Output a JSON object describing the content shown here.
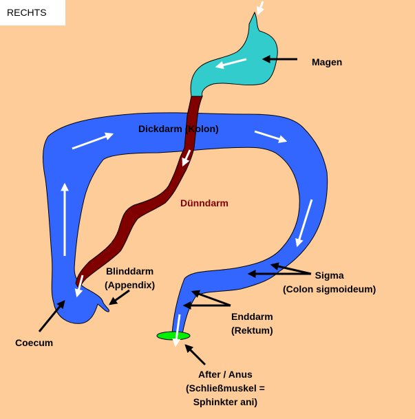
{
  "title": "RECHTS",
  "colors": {
    "background": "#fecc99",
    "colon": "#3366ff",
    "stomach": "#33cccc",
    "small_intestine": "#800000",
    "anus": "#00ee00",
    "flow_arrows": "#ffffff",
    "pointer_arrows": "#000000"
  },
  "labels": {
    "magen": "Magen",
    "dickdarm": "Dickdarm (Kolon)",
    "duenndarm": "Dünndarm",
    "blinddarm_line1": "Blinddarm",
    "blinddarm_line2": "(Appendix)",
    "coecum": "Coecum",
    "sigma_line1": "Sigma",
    "sigma_line2": "(Colon sigmoideum)",
    "enddarm_line1": "Enddarm",
    "enddarm_line2": "(Rektum)",
    "after_line1": "After / Anus",
    "after_line2": "(Schließmuskel =",
    "after_line3": "Sphinkter ani)"
  }
}
